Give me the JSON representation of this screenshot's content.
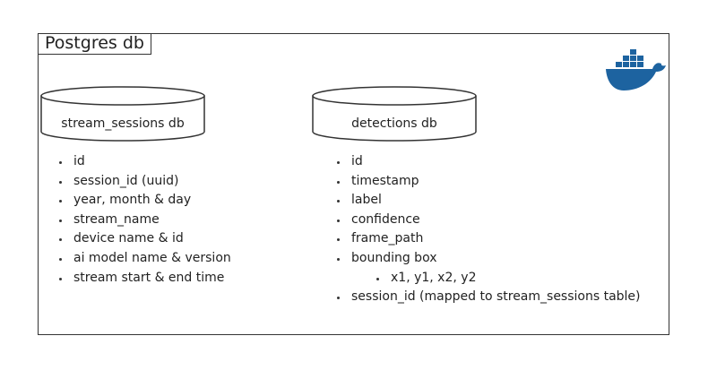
{
  "container": {
    "title": "Postgres db",
    "logo_icon": "docker-whale-icon",
    "logo_color": "#1d63a0"
  },
  "stream_sessions": {
    "label": "stream_sessions db",
    "fields": [
      "id",
      "session_id (uuid)",
      "year, month & day",
      "stream_name",
      "device name & id",
      "ai model name & version",
      "stream start & end time"
    ]
  },
  "detections": {
    "label": "detections db",
    "fields": [
      "id",
      "timestamp",
      "label",
      "confidence",
      "frame_path",
      "bounding box",
      "x1, y1, x2, y2",
      "session_id (mapped to stream_sessions table)"
    ]
  }
}
